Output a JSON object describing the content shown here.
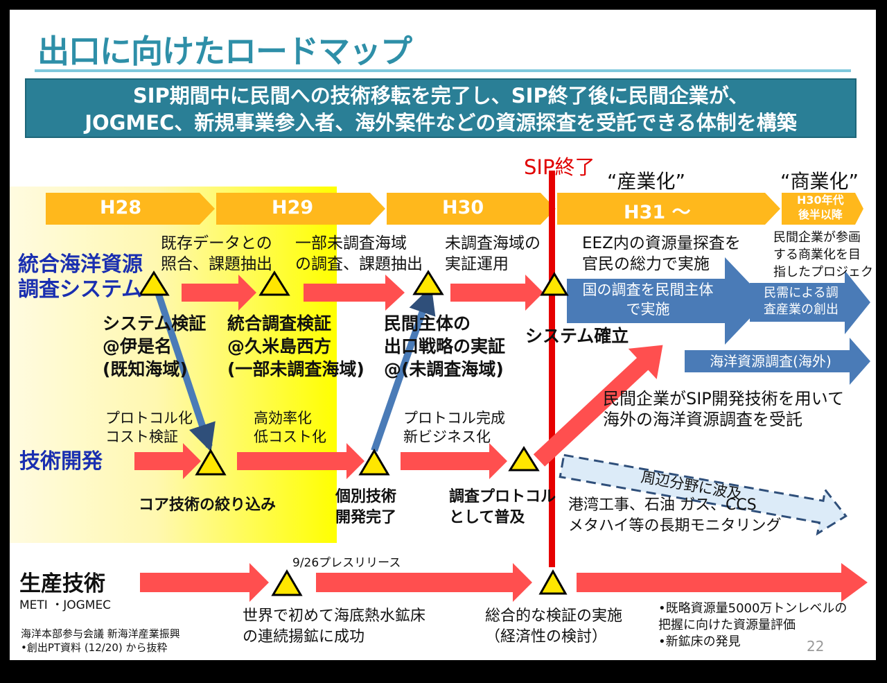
{
  "title": "出口に向けたロードマップ",
  "banner": {
    "line1": "SIP期間中に民間への技術移転を完了し、SIP終了後に民間企業が、",
    "line2": "JOGMEC、新規事業参入者、海外案件などの資源探査を受託できる体制を構築"
  },
  "timeline": {
    "h28": "H28",
    "h29": "H29",
    "h30": "H30",
    "h31": "H31 〜",
    "later_line1": "H30年代",
    "later_line2": "後半以降"
  },
  "sip_end": "SIP終了",
  "phase_industrial": "“産業化”",
  "phase_commercial": "“商業化”",
  "rows": {
    "system_line1": "統合海洋資源",
    "system_line2": "調査システム",
    "tech": "技術開発",
    "prod": "生産技術",
    "prod_sub": "METI ・JOGMEC"
  },
  "system_row": {
    "task1_line1": "既存データとの",
    "task1_line2": "照合、課題抽出",
    "task2_line1": "一部未調査海域",
    "task2_line2": "の調査、課題抽出",
    "task3_line1": "未調査海域の",
    "task3_line2": "実証運用",
    "task4_line1": "EEZ内の資源量探査を",
    "task4_line2": "官民の総力で実施",
    "task5_line1": "民間企業が参画",
    "task5_line2": "する商業化を目",
    "task5_line3": "指したプロジェクト",
    "m1_line1": "システム検証",
    "m1_line2": "@伊是名",
    "m1_line3": "(既知海域)",
    "m2_line1": "統合調査検証",
    "m2_line2": "@久米島西方",
    "m2_line3": "(一部未調査海域)",
    "m3_line1": "民間主体の",
    "m3_line2": "出口戦略の実証",
    "m3_line3": "@(未調査海域)",
    "m4": "システム確立",
    "blue1_line1": "国の調査を民間主体",
    "blue1_line2": "で実施",
    "blue2_line1": "民需による調",
    "blue2_line2": "査産業の創出",
    "blue3": "海洋資源調査(海外)",
    "overseas_line1": "民間企業がSIP開発技術を用いて",
    "overseas_line2": "海外の海洋資源調査を受託"
  },
  "tech_row": {
    "task1_line1": "プロトコル化",
    "task1_line2": "コスト検証",
    "task2_line1": "高効率化",
    "task2_line2": "低コスト化",
    "task3_line1": "プロトコル完成",
    "task3_line2": "新ビジネス化",
    "m1": "コア技術の絞り込み",
    "m2_line1": "個別技術",
    "m2_line2": "開発完了",
    "m3_line1": "調査プロトコル",
    "m3_line2": "として普及",
    "spread": "周辺分野に波及",
    "spread_desc_line1": "港湾工事、石油 ガス、CCS",
    "spread_desc_line2": "メタハイ等の長期モニタリング"
  },
  "prod_row": {
    "press": "9/26プレスリリース",
    "m1_line1": "世界で初めて海底熱水鉱床",
    "m1_line2": "の連続揚鉱に成功",
    "m2_line1": "総合的な検証の実施",
    "m2_line2": "（経済性の検討）",
    "goal_line1": "•既略資源量5000万トンレベルの",
    "goal_line2": "把握に向けた資源量評価",
    "goal_line3": "•新鉱床の発見"
  },
  "source_line1": "海洋本部参与会議 新海洋産業振興",
  "source_line2": "•創出PT資料 (12/20) から抜粋",
  "page_number": "22",
  "colors": {
    "timeline": "#FFB81C",
    "red_arrow": "#FF4F4F",
    "blue_arrow": "#4A7BB7",
    "sip_line": "#E60000",
    "milestone": "#FFE600",
    "row_label": "#1A2FB0",
    "banner": "#2A7F96",
    "title": "#2E8FA8"
  }
}
